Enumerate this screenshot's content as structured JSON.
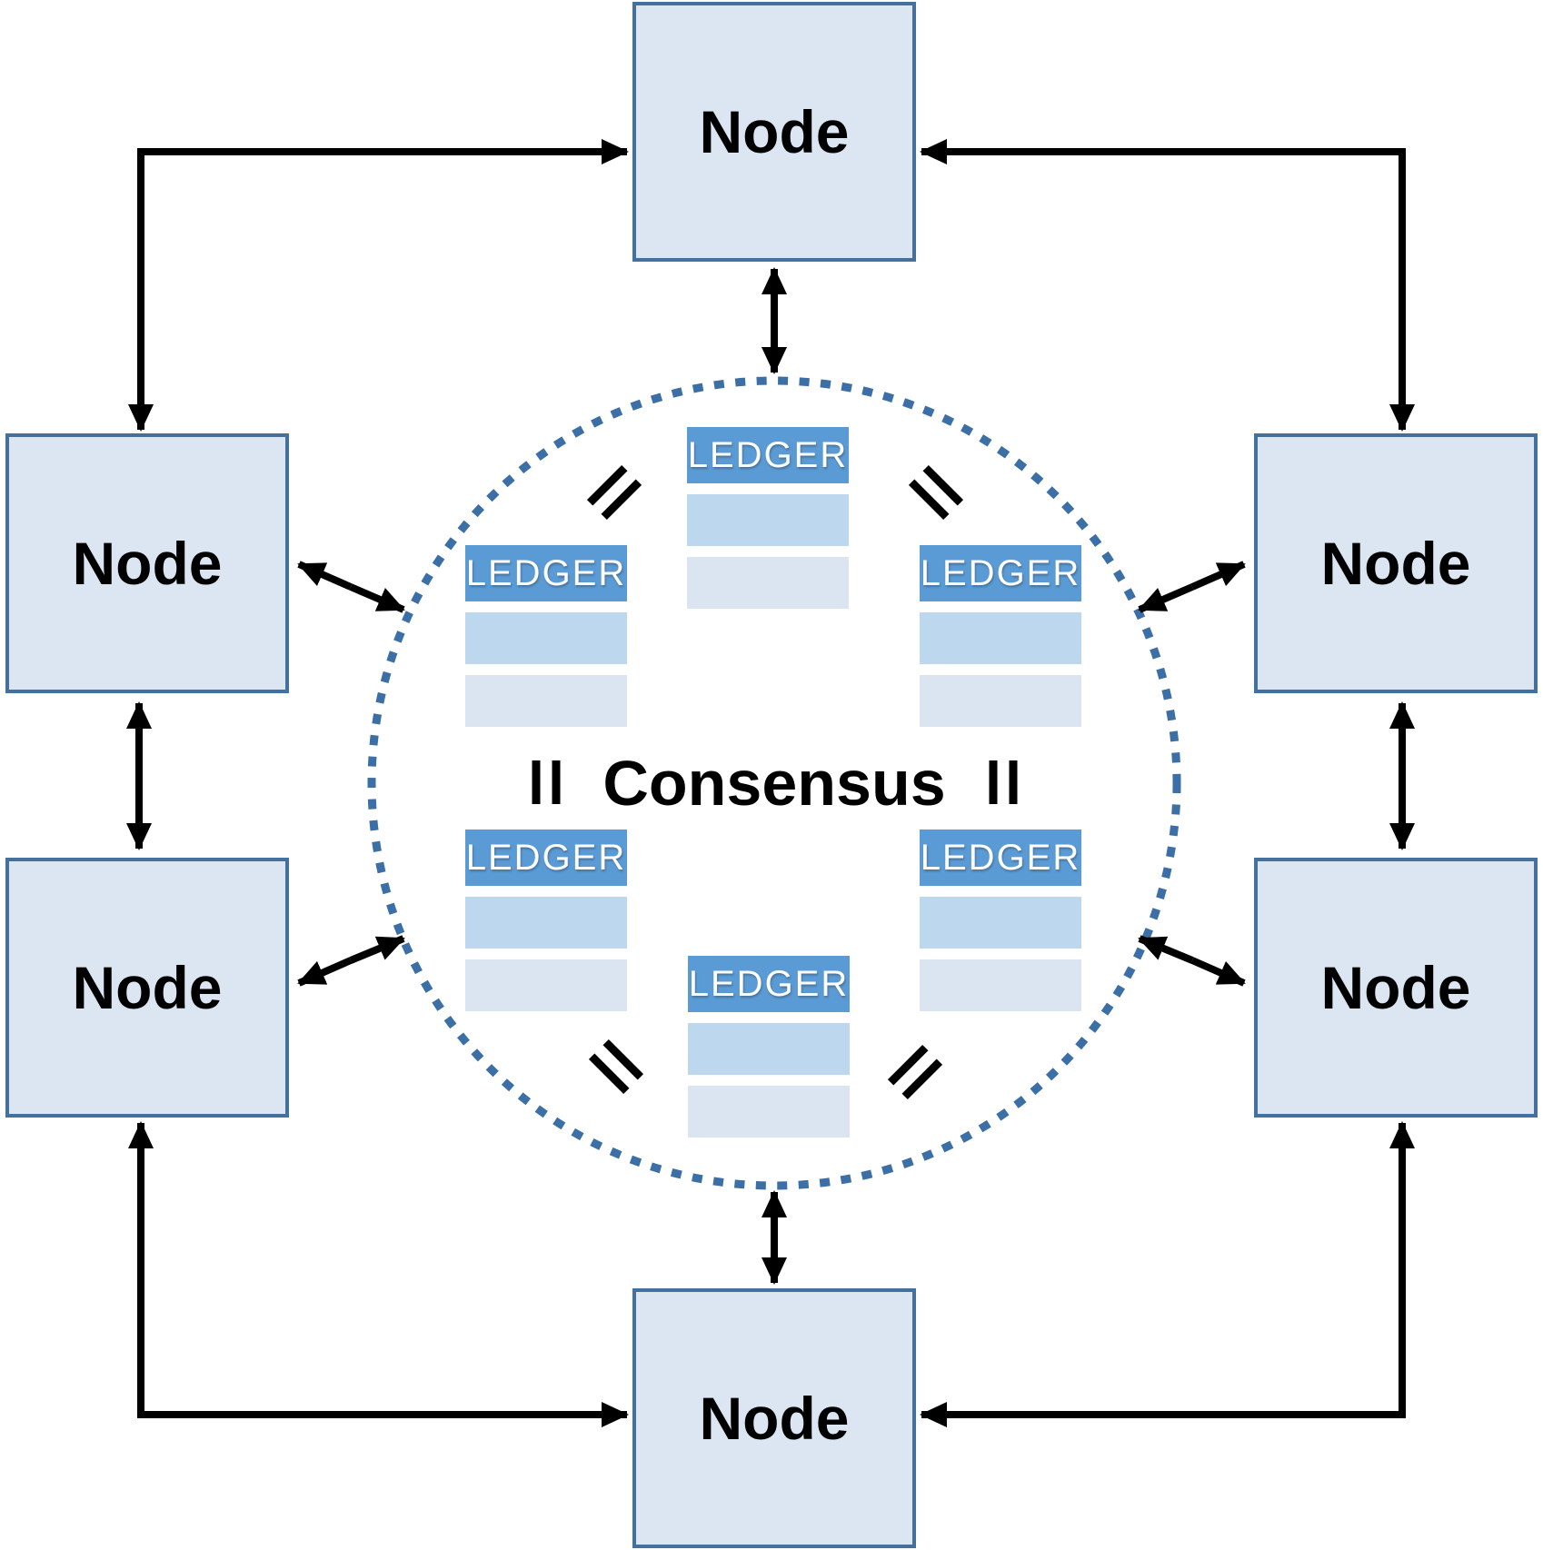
{
  "diagram": {
    "type": "peer-to-peer consensus network",
    "center_label": "Consensus",
    "node_count": 6,
    "ledger_count": 6,
    "equals_symbol": "="
  },
  "nodes": [
    {
      "id": "top",
      "label": "Node"
    },
    {
      "id": "upper-left",
      "label": "Node"
    },
    {
      "id": "upper-right",
      "label": "Node"
    },
    {
      "id": "lower-left",
      "label": "Node"
    },
    {
      "id": "lower-right",
      "label": "Node"
    },
    {
      "id": "bottom",
      "label": "Node"
    }
  ],
  "ledgers": [
    {
      "id": "top",
      "title": "LEDGER",
      "rows": 2
    },
    {
      "id": "mid-left",
      "title": "LEDGER",
      "rows": 2
    },
    {
      "id": "mid-right",
      "title": "LEDGER",
      "rows": 2
    },
    {
      "id": "lower-left",
      "title": "LEDGER",
      "rows": 2
    },
    {
      "id": "lower-right",
      "title": "LEDGER",
      "rows": 2
    },
    {
      "id": "bottom",
      "title": "LEDGER",
      "rows": 2
    }
  ],
  "colors": {
    "node-fill": "#dce6f3",
    "node-border": "#44709d",
    "ledger-header": "#5b9bd5",
    "ledger-row1": "#bdd7ee",
    "ledger-row2": "#dbe5f2",
    "circle-dot": "#3c6fa5",
    "arrow": "#000000",
    "text": "#000000"
  }
}
